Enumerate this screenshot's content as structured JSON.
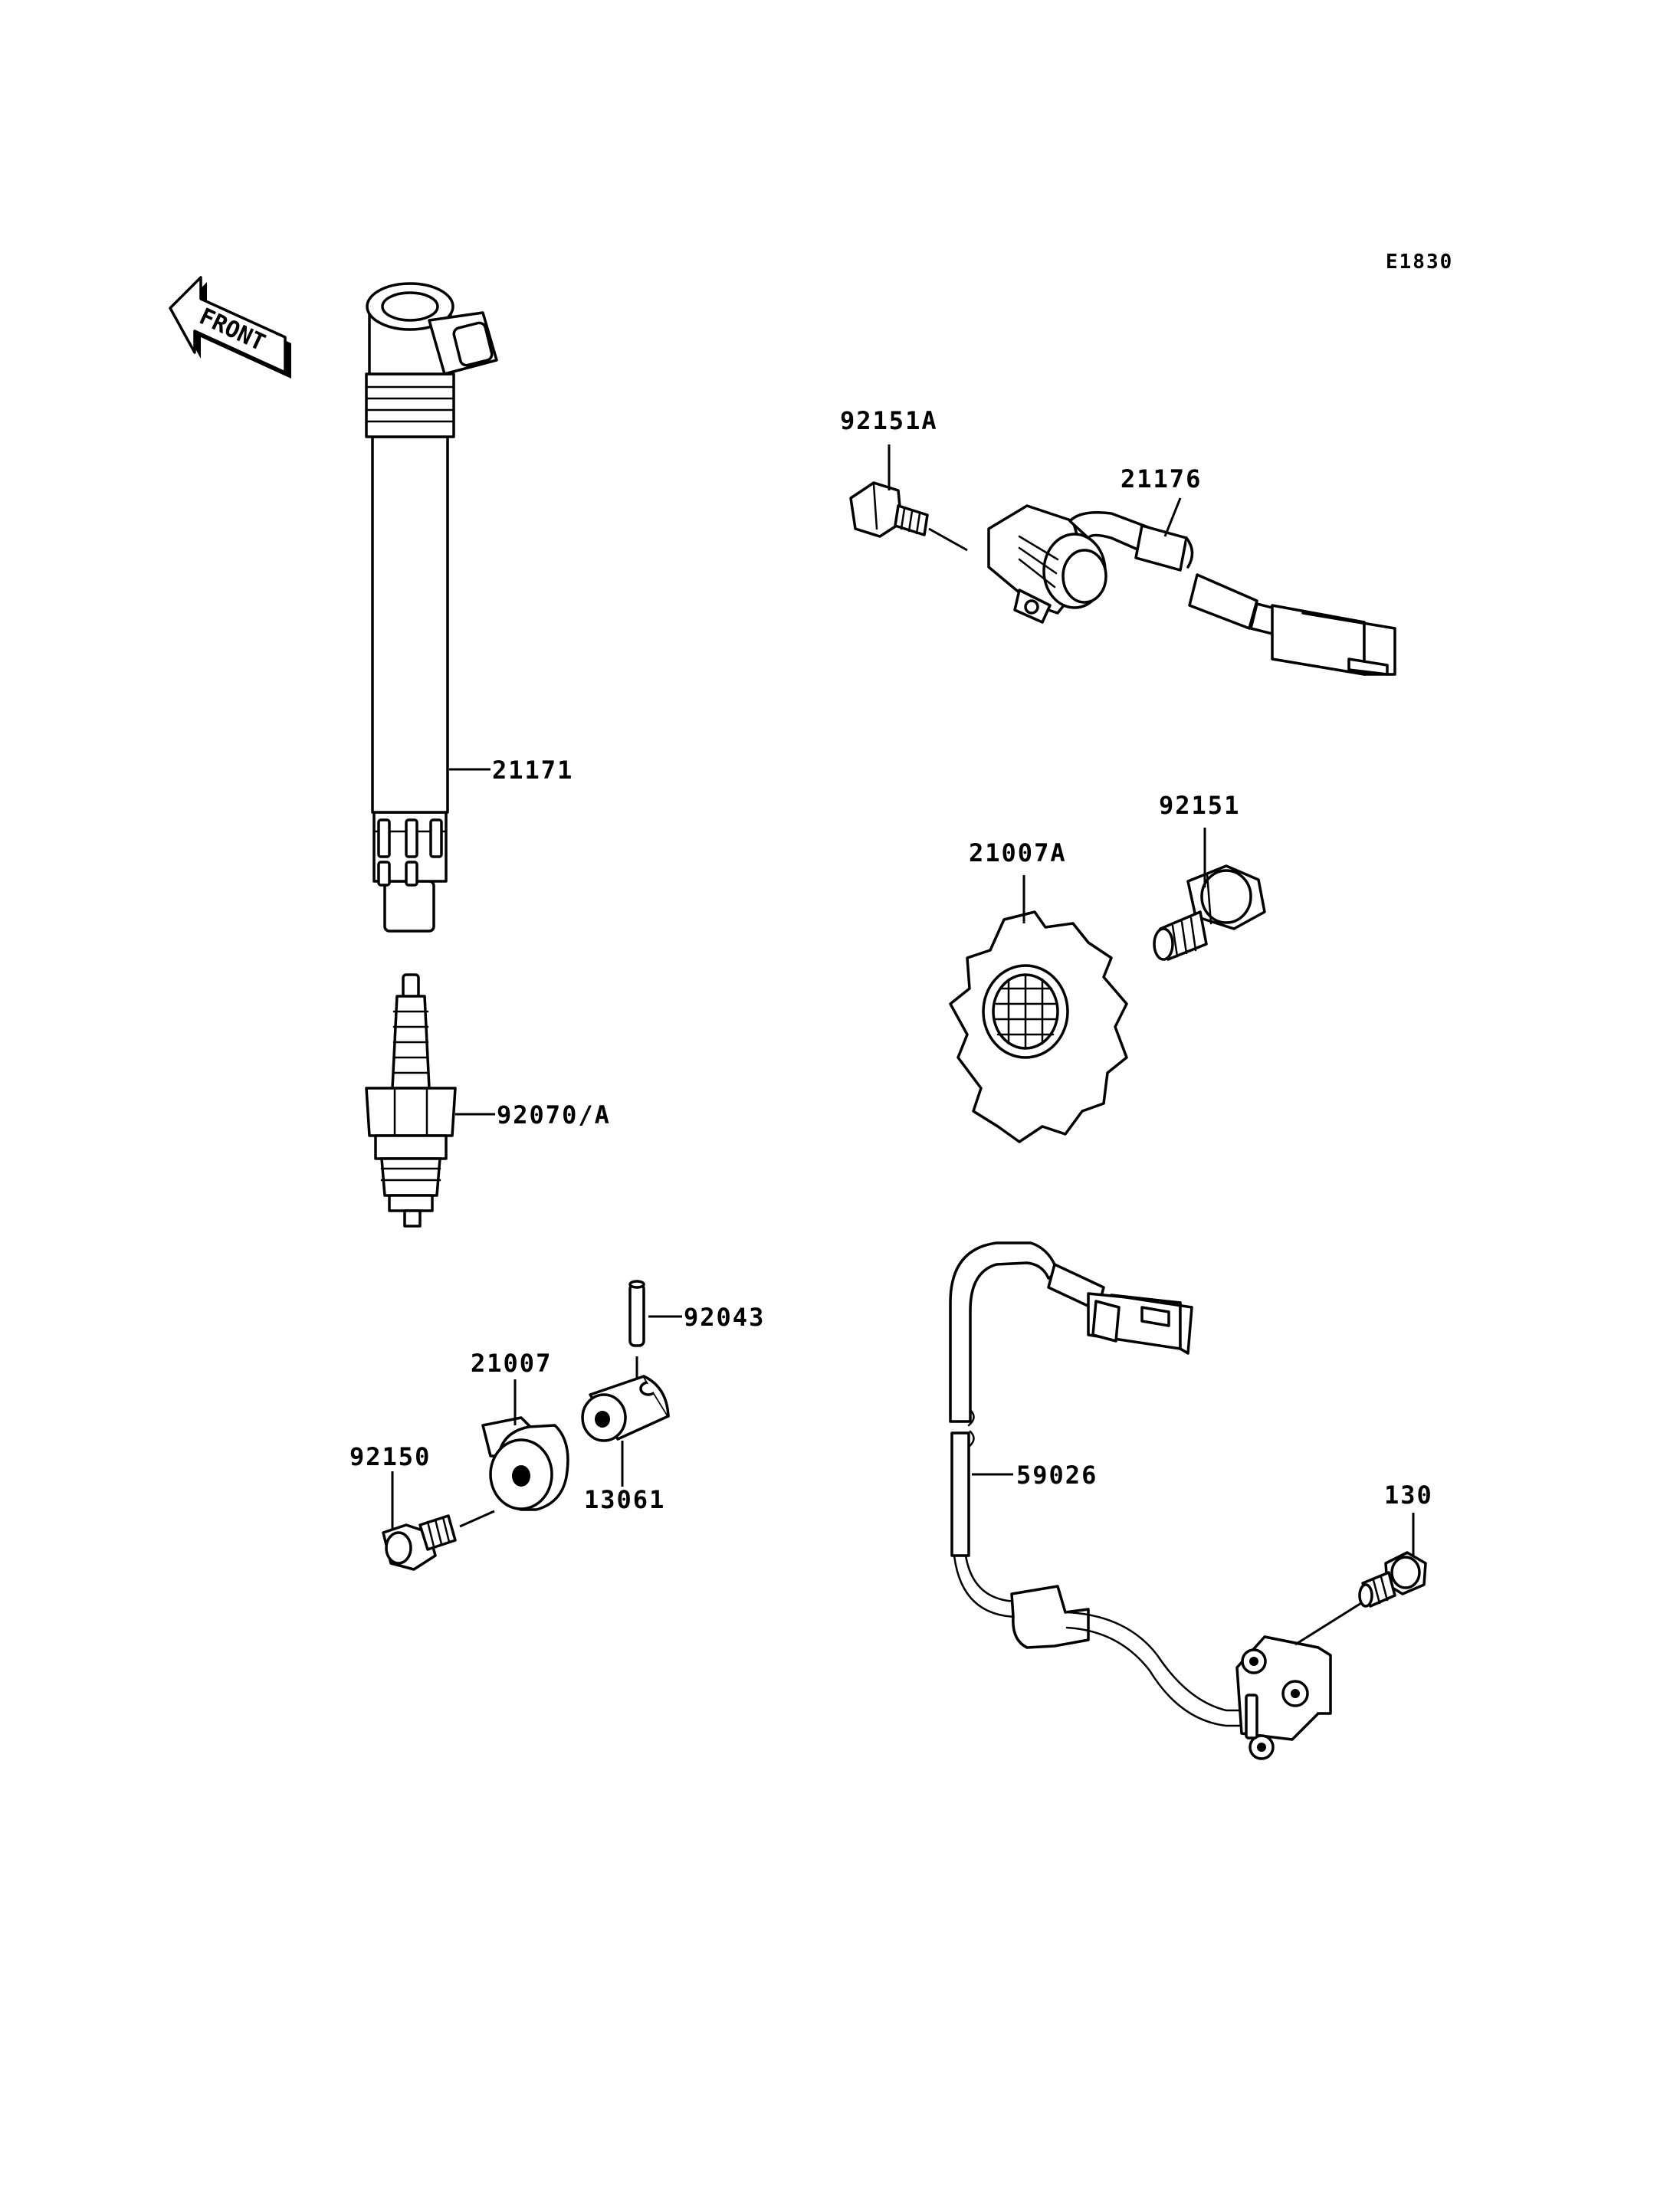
{
  "diagram_code": "E1830",
  "front_marker": "FRONT",
  "callouts": {
    "p92151A": "92151A",
    "p21176": "21176",
    "p21171": "21171",
    "p92151": "92151",
    "p21007A": "21007A",
    "p92070A": "92070/A",
    "p92043": "92043",
    "p21007": "21007",
    "p92150": "92150",
    "p13061": "13061",
    "p59026": "59026",
    "p130": "130"
  }
}
